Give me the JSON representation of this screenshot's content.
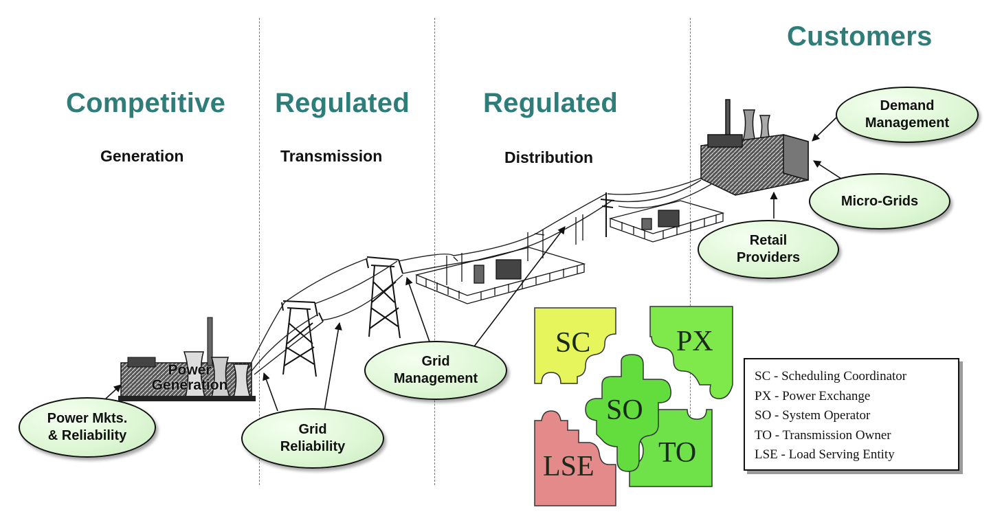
{
  "sections": [
    {
      "id": "generation",
      "heading": "Competitive",
      "subheading": "Generation"
    },
    {
      "id": "transmission",
      "heading": "Regulated",
      "subheading": "Transmission"
    },
    {
      "id": "distribution",
      "heading": "Regulated",
      "subheading": "Distribution"
    },
    {
      "id": "customers",
      "heading": "Customers",
      "subheading": ""
    }
  ],
  "plant_label": {
    "line1": "Power",
    "line2": "Generation"
  },
  "callouts": {
    "power_markets": {
      "line1": "Power Mkts.",
      "line2": "& Reliability"
    },
    "grid_reliability": {
      "line1": "Grid",
      "line2": "Reliability"
    },
    "grid_management": {
      "line1": "Grid",
      "line2": "Management"
    },
    "retail_providers": {
      "line1": "Retail",
      "line2": "Providers"
    },
    "micro_grids": {
      "line1": "Micro-Grids"
    },
    "demand_management": {
      "line1": "Demand",
      "line2": "Management"
    }
  },
  "puzzle_pieces": [
    {
      "id": "sc",
      "label": "SC",
      "color": "#e6f55c"
    },
    {
      "id": "px",
      "label": "PX",
      "color": "#7fe84a"
    },
    {
      "id": "so",
      "label": "SO",
      "color": "#63dc3d"
    },
    {
      "id": "to",
      "label": "TO",
      "color": "#6fe24a"
    },
    {
      "id": "lse",
      "label": "LSE",
      "color": "#e48a8a"
    }
  ],
  "legend": [
    "SC - Scheduling Coordinator",
    "PX - Power Exchange",
    "SO - System Operator",
    "TO - Transmission Owner",
    "LSE - Load Serving Entity"
  ],
  "colors": {
    "heading": "#2e7d79",
    "callout_fill": "#dff7d6"
  }
}
